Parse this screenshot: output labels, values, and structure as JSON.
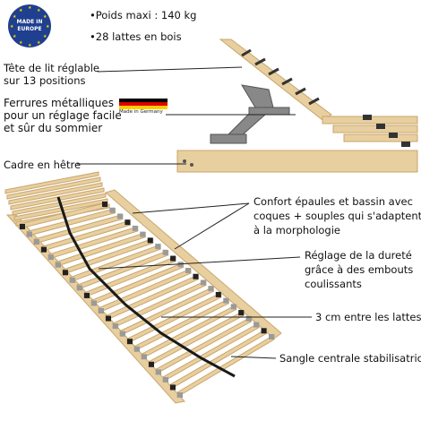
{
  "badge": {
    "line1": "MADE IN",
    "line2": "EUROPE"
  },
  "specs": {
    "weight": "•Poids maxi : 140 kg",
    "slats": "•28 lattes en bois"
  },
  "labels": {
    "head1": "Tête de lit réglable",
    "head2": "sur 13 positions",
    "ferr1": "Ferrures métalliques",
    "ferr2": "pour un réglage facile",
    "ferr3": "et sûr du sommier",
    "frame": "Cadre en hêtre",
    "comfort1": "Confort épaules et bassin avec",
    "comfort2": "coques + souples qui s'adaptent",
    "comfort3": "à la morphologie",
    "firm1": "Réglage de la dureté",
    "firm2": "grâce à des embouts",
    "firm3": "coulissants",
    "gap": "3 cm entre les lattes",
    "strap": "Sangle centrale stabilisatrice"
  },
  "flag": {
    "caption": "Made in Germany",
    "colors": [
      "#000000",
      "#dd0000",
      "#ffce00"
    ]
  },
  "colors": {
    "wood": "#e8cf9f",
    "wood_dark": "#c9a66e",
    "badge_blue": "#1f3f8f",
    "line": "#222222"
  }
}
